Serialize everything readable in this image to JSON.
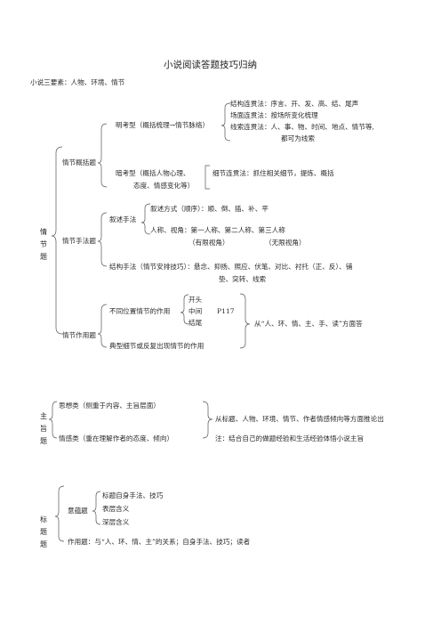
{
  "doc": {
    "title": "小说阅读答题技巧归纳",
    "intro": "小说三要素：人物、环境、情节"
  },
  "plot": {
    "side": [
      "情",
      "节",
      "题"
    ],
    "summary": {
      "label": "情节概括题",
      "explicit": {
        "label": "明考型（概括梳理→情节脉络）",
        "items": [
          "结构连贯法：序言、开、发、高、结、尾声",
          "场面连贯法：按场所变化梳理",
          "线索连贯法：人、事、物、时间、地点、情节等,",
          "都可为线索"
        ]
      },
      "implicit": {
        "label_1": "暗考型（概括人物心理、",
        "label_2": "态度、情感变化等）",
        "method": "细节连贯法：抓住相关细节，提炼、概括"
      }
    },
    "technique": {
      "label": "情节手法题",
      "narration": {
        "label": "叙述手法",
        "order": "叙述方式（顺序）：顺、倒、插、补、平",
        "person": "人称、视角：第一人称、第二人称、第三人称",
        "limited": "（有限视角）",
        "unlimited": "（无限视角）"
      },
      "structure_1": "结构手法（情节安排技巧）：悬念、抑扬、照应、伏笔、对比、衬托（正、反）、铺",
      "structure_2": "垫、突转、线索"
    },
    "function": {
      "label": "情节作用题",
      "position": {
        "label": "不同位置情节的作用",
        "opening": "开头",
        "middle": "中间",
        "page_ref": "P117",
        "ending": "结尾"
      },
      "typical": "典型细节或反复出现情节的作用",
      "answer": "从“人、环、情、主、手、读”方面答"
    }
  },
  "theme": {
    "side": [
      "主",
      "旨",
      "题"
    ],
    "ideology": "思想类（侧重于内容、主旨层面）",
    "emotion": "情感类（重在理解作者的态度、倾向）",
    "method": "从标题、人物、环境、情节、作者情感倾向等方面推论出",
    "note": "注：结合自己的做题经验和生活经验体悟小说主旨"
  },
  "title_q": {
    "side": [
      "标",
      "题",
      "题"
    ],
    "meaning": {
      "label": "意蕴题",
      "items": [
        "标题自身手法、技巧",
        "表层含义",
        "深层含义"
      ]
    },
    "function": "作用题：与“人、环、情、主”的关系；自身手法、技巧；读者"
  }
}
